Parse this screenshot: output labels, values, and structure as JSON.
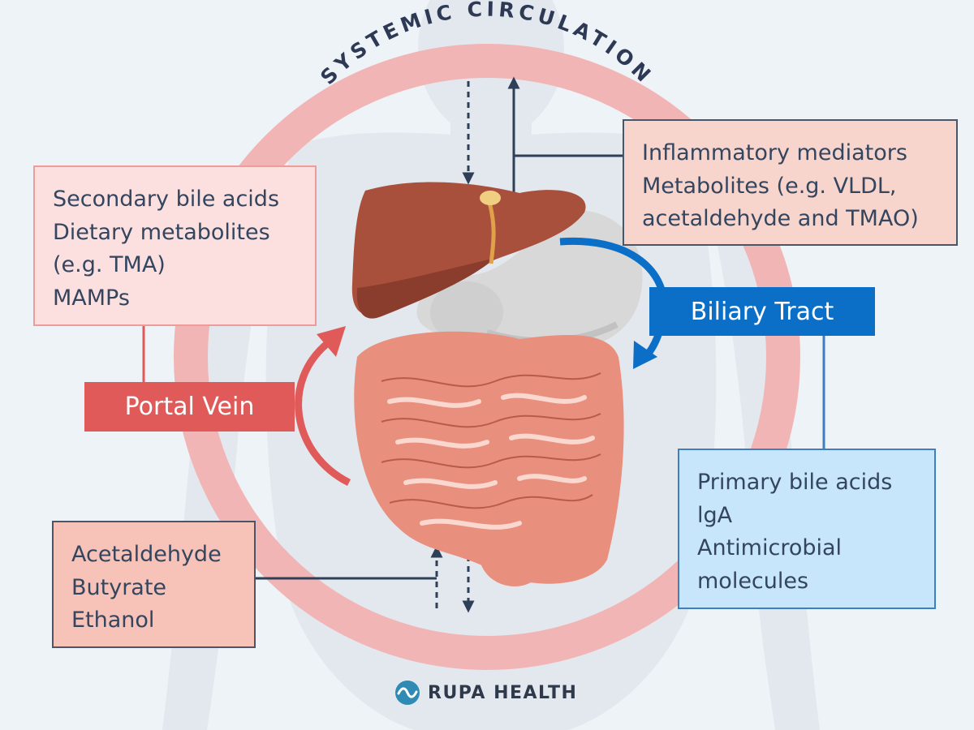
{
  "circulation": {
    "title": "SYSTEMIC CIRCULATION"
  },
  "boxes": {
    "secondary": {
      "lines": [
        "Secondary bile acids",
        "Dietary metabolites",
        "(e.g. TMA)",
        "MAMPs"
      ]
    },
    "inflammatory": {
      "lines": [
        "Inflammatory mediators",
        "Metabolites (e.g. VLDL,",
        "acetaldehyde and TMAO)"
      ]
    },
    "primary": {
      "lines": [
        "Primary bile acids",
        "lgA",
        "Antimicrobial",
        "molecules"
      ]
    },
    "acetaldehyde": {
      "lines": [
        "Acetaldehyde",
        "Butyrate",
        "Ethanol"
      ]
    }
  },
  "labels": {
    "portal_vein": "Portal Vein",
    "biliary_tract": "Biliary Tract"
  },
  "logo": {
    "text": "RUPA HEALTH"
  },
  "colors": {
    "portal": "#e15a5a",
    "biliary": "#0b6fc8",
    "circulation_ring": "#f2b5b6",
    "text": "#33455f",
    "connector": "#2f3f58"
  }
}
